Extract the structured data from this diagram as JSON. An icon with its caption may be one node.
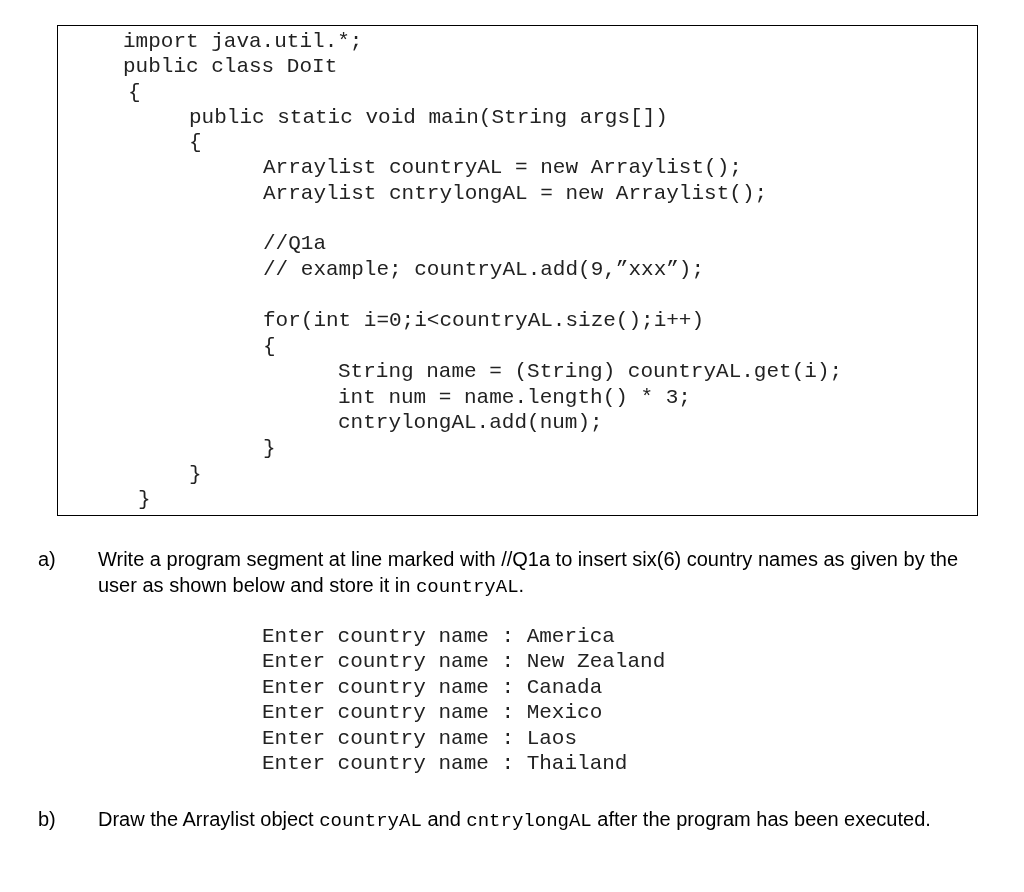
{
  "diagram": {
    "nodes": [
      {
        "text": [
          "import java.util.*;",
          "public class DoIt",
          "{",
          "public static void main(String args[])",
          "{",
          "Arraylist countryAL = new Arraylist();",
          "Arraylist cntrylongAL = new Arraylist();",
          "//Q1a",
          "// example; countryAL.add(9,”xxx”);",
          "for(int i=0;i<countryAL.size();i++)",
          "{",
          "String name = (String) countryAL.get(i);",
          "int num = name.length() * 3;",
          "cntrylongAL.add(num);",
          "}",
          "}",
          "}"
        ]
      }
    ],
    "labels": [
      "a)",
      "Write a program segment at line marked with //Q1a to insert six(6) country names as given by the user as shown below and store it in countryAL.",
      "Enter country name : America",
      "Enter country name : New Zealand",
      "Enter country name : Canada",
      "Enter country name : Mexico",
      "Enter country name : Laos",
      "Enter country name : Thailand",
      "b)",
      "Draw the Arraylist object countryAL and cntrylongAL after the program has been executed."
    ]
  }
}
